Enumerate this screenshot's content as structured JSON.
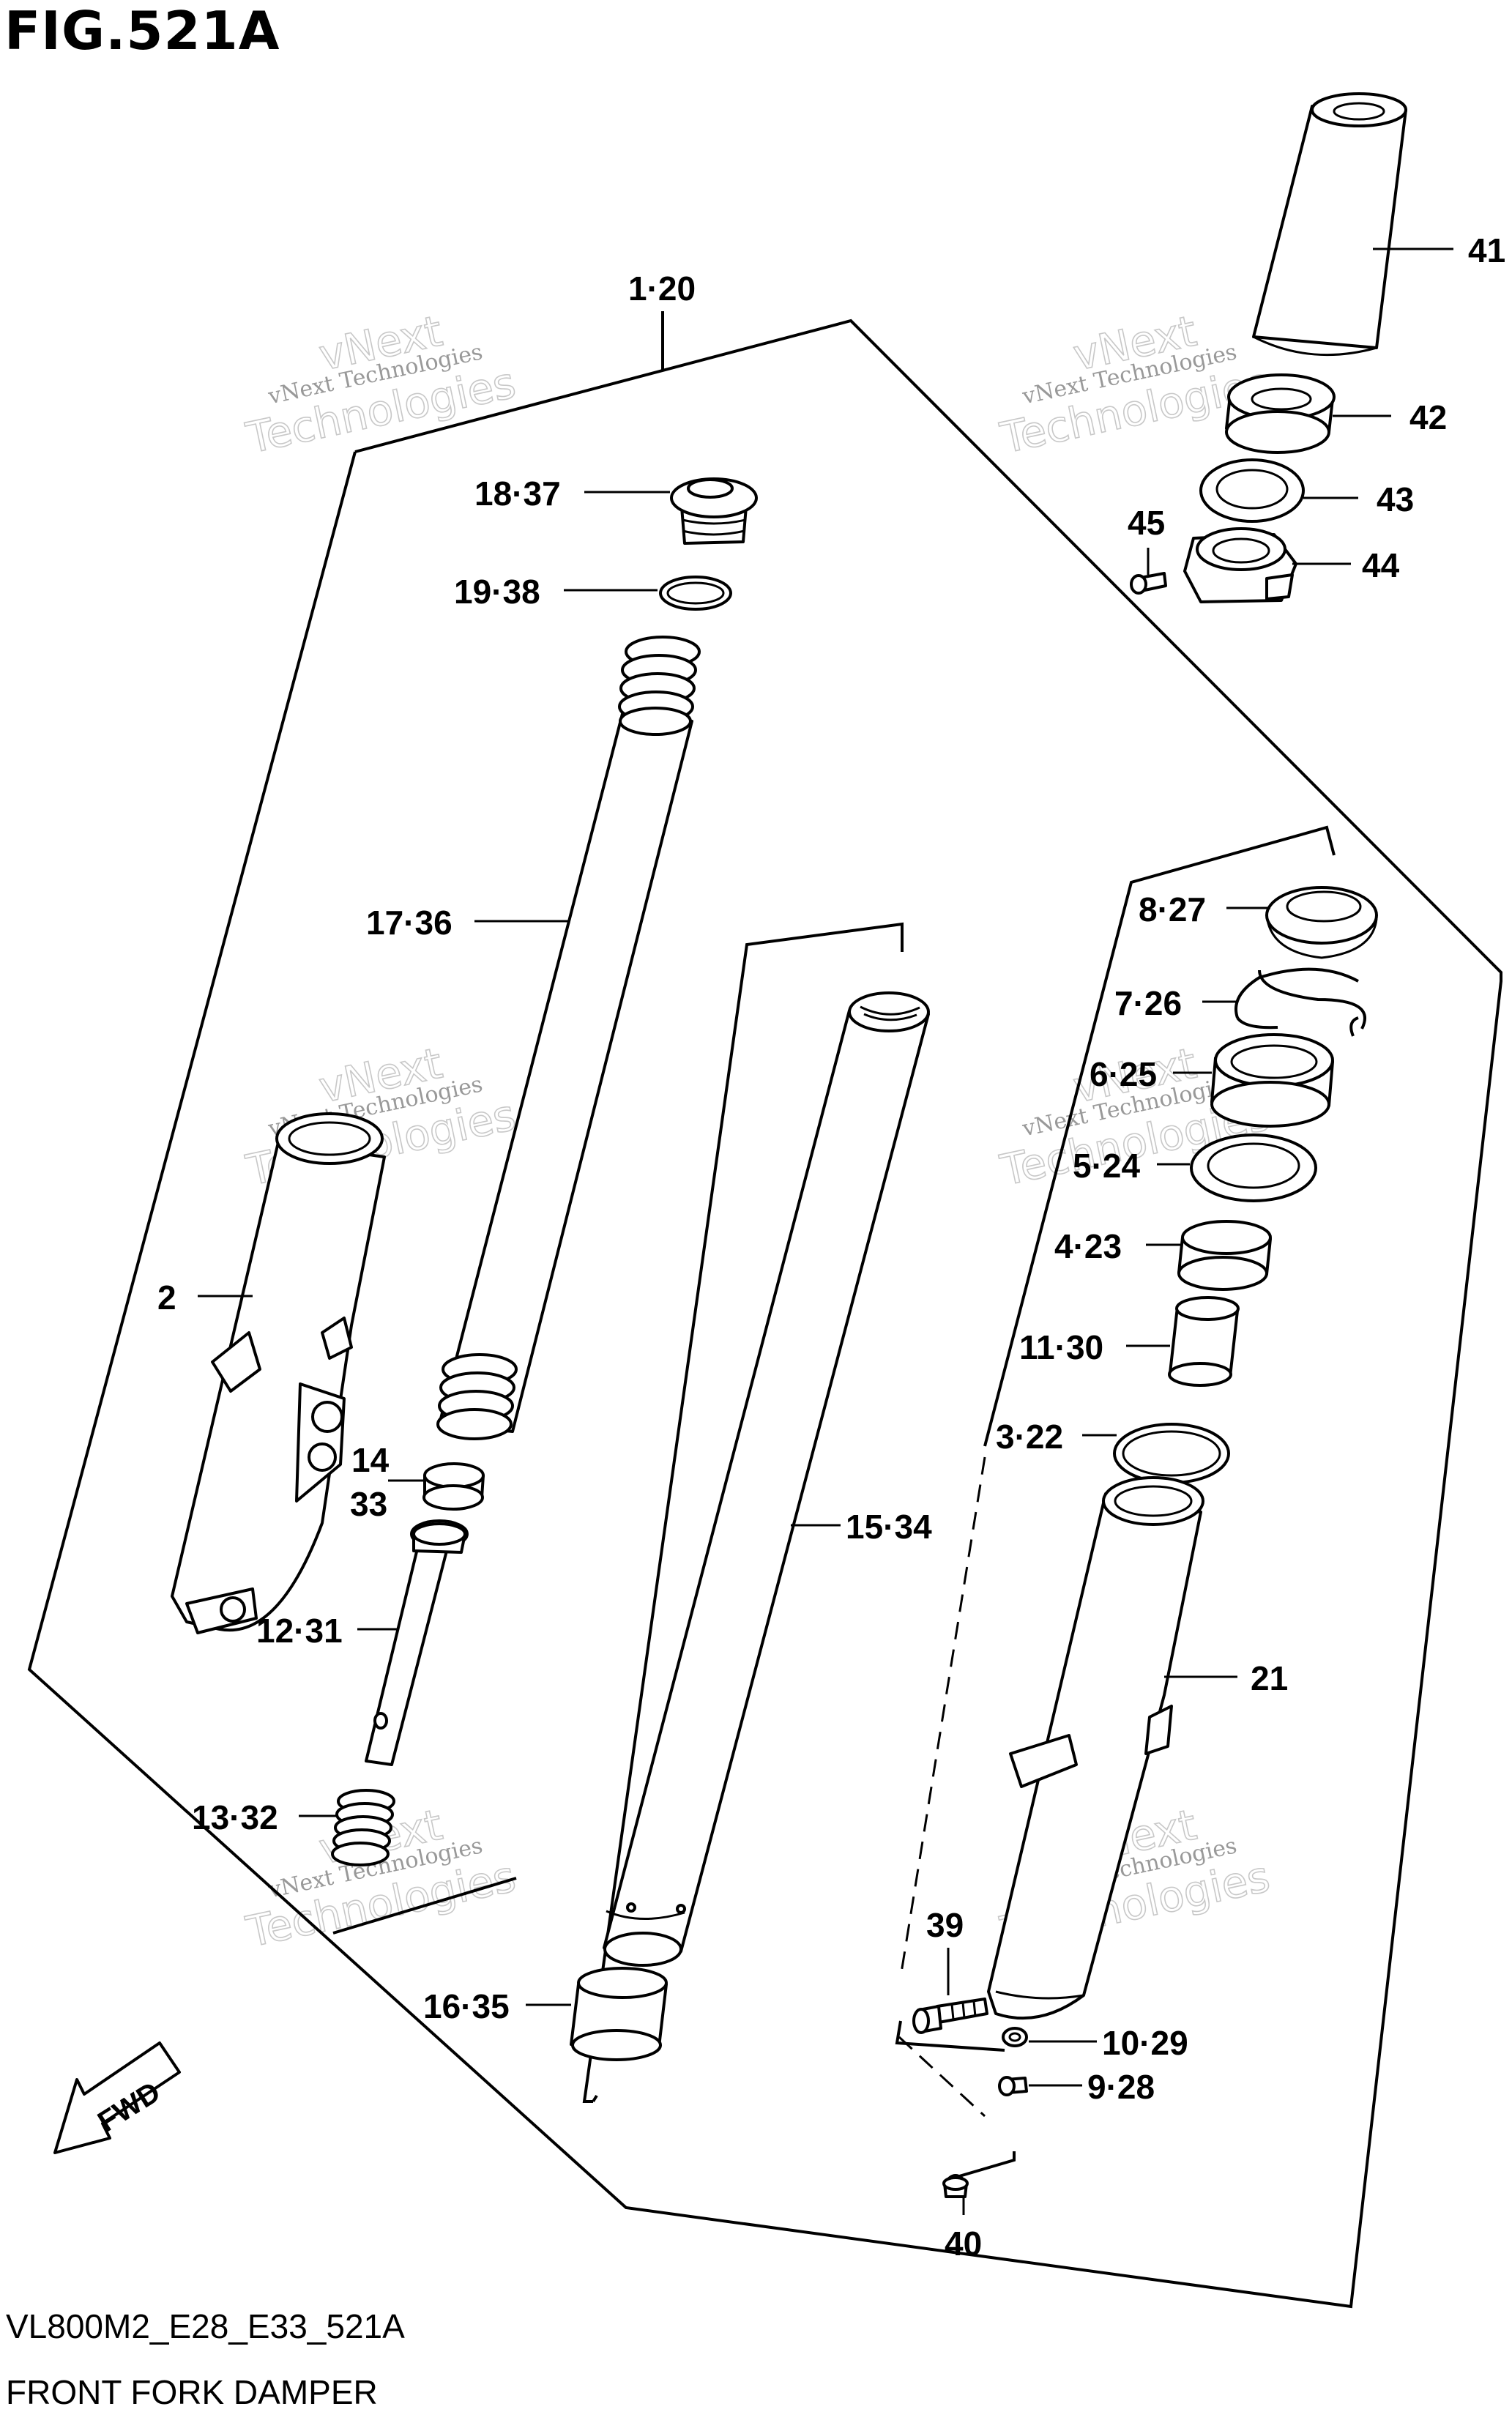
{
  "figure": {
    "title": "FIG.521A",
    "drawing_code": "VL800M2_E28_E33_521A",
    "name": "FRONT FORK DAMPER",
    "fwd_label": "FWD"
  },
  "watermark": {
    "line1": "vNext Technologies",
    "line2": "vNext",
    "line3": "Technologies"
  },
  "labels": {
    "l_1_20": "1·20",
    "l_2": "2",
    "l_3_22": "3·22",
    "l_4_23": "4·23",
    "l_5_24": "5·24",
    "l_6_25": "6·25",
    "l_7_26": "7·26",
    "l_8_27": "8·27",
    "l_9_28": "9·28",
    "l_10_29": "10·29",
    "l_11_30": "11·30",
    "l_12_31": "12·31",
    "l_13_32": "13·32",
    "l_14": "14",
    "l_33": "33",
    "l_15_34": "15·34",
    "l_16_35": "16·35",
    "l_17_36": "17·36",
    "l_18_37": "18·37",
    "l_19_38": "19·38",
    "l_21": "21",
    "l_39": "39",
    "l_40": "40",
    "l_41": "41",
    "l_42": "42",
    "l_43": "43",
    "l_44": "44",
    "l_45": "45"
  }
}
